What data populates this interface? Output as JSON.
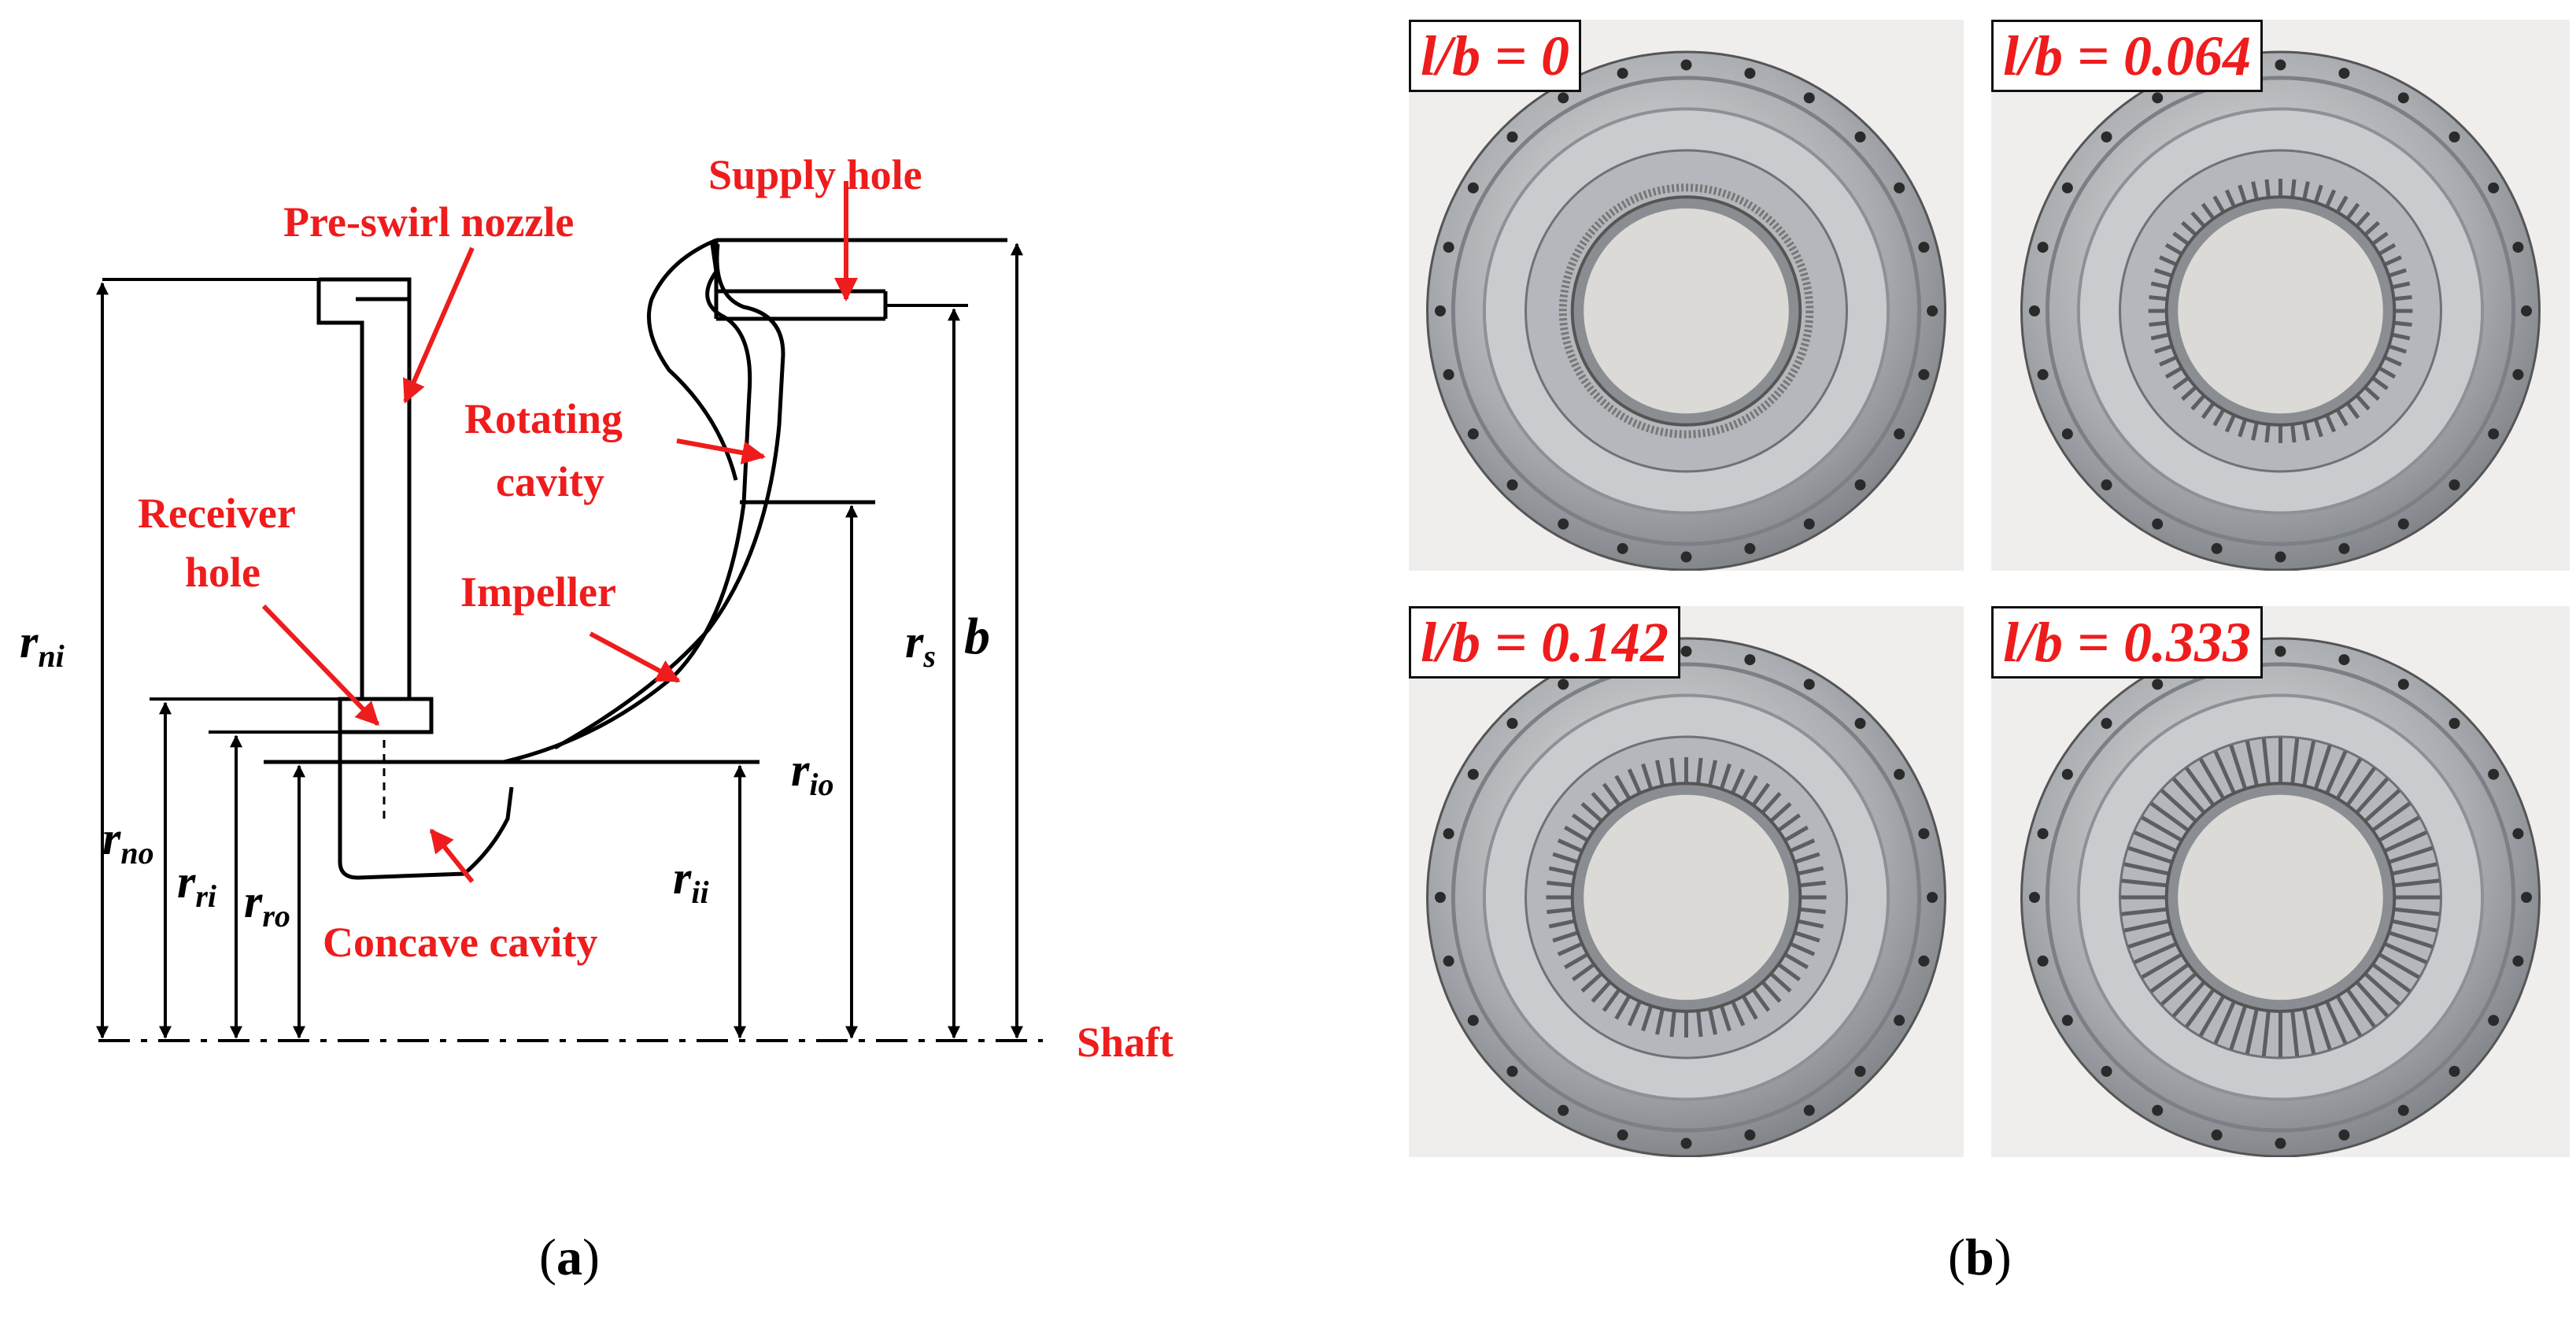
{
  "panel_a": {
    "caption_open": "(",
    "caption_letter": "a",
    "caption_close": ")",
    "labels": {
      "pre_swirl_nozzle": "Pre-swirl nozzle",
      "supply_hole": "Supply hole",
      "rotating_cavity_1": "Rotating",
      "rotating_cavity_2": "cavity",
      "receiver_hole_1": "Receiver",
      "receiver_hole_2": "hole",
      "impeller": "Impeller",
      "concave_cavity": "Concave cavity",
      "shaft": "Shaft"
    },
    "dimensions": {
      "r_ni": {
        "base": "r",
        "sub": "ni"
      },
      "r_no": {
        "base": "r",
        "sub": "no"
      },
      "r_ri": {
        "base": "r",
        "sub": "ri"
      },
      "r_ro": {
        "base": "r",
        "sub": "ro"
      },
      "r_ii": {
        "base": "r",
        "sub": "ii"
      },
      "r_io": {
        "base": "r",
        "sub": "io"
      },
      "r_s": {
        "base": "r",
        "sub": "s"
      },
      "b": {
        "base": "b",
        "sub": ""
      }
    },
    "colors": {
      "annotation": "#ee1c1c",
      "lines": "#000000"
    }
  },
  "panel_b": {
    "caption_open": "(",
    "caption_letter": "b",
    "caption_close": ")",
    "photos": [
      {
        "label": "l/b = 0",
        "blades": 0
      },
      {
        "label": "l/b = 0.064",
        "blades": 0.064
      },
      {
        "label": "l/b = 0.142",
        "blades": 0.142
      },
      {
        "label": "l/b = 0.333",
        "blades": 0.333
      }
    ]
  }
}
